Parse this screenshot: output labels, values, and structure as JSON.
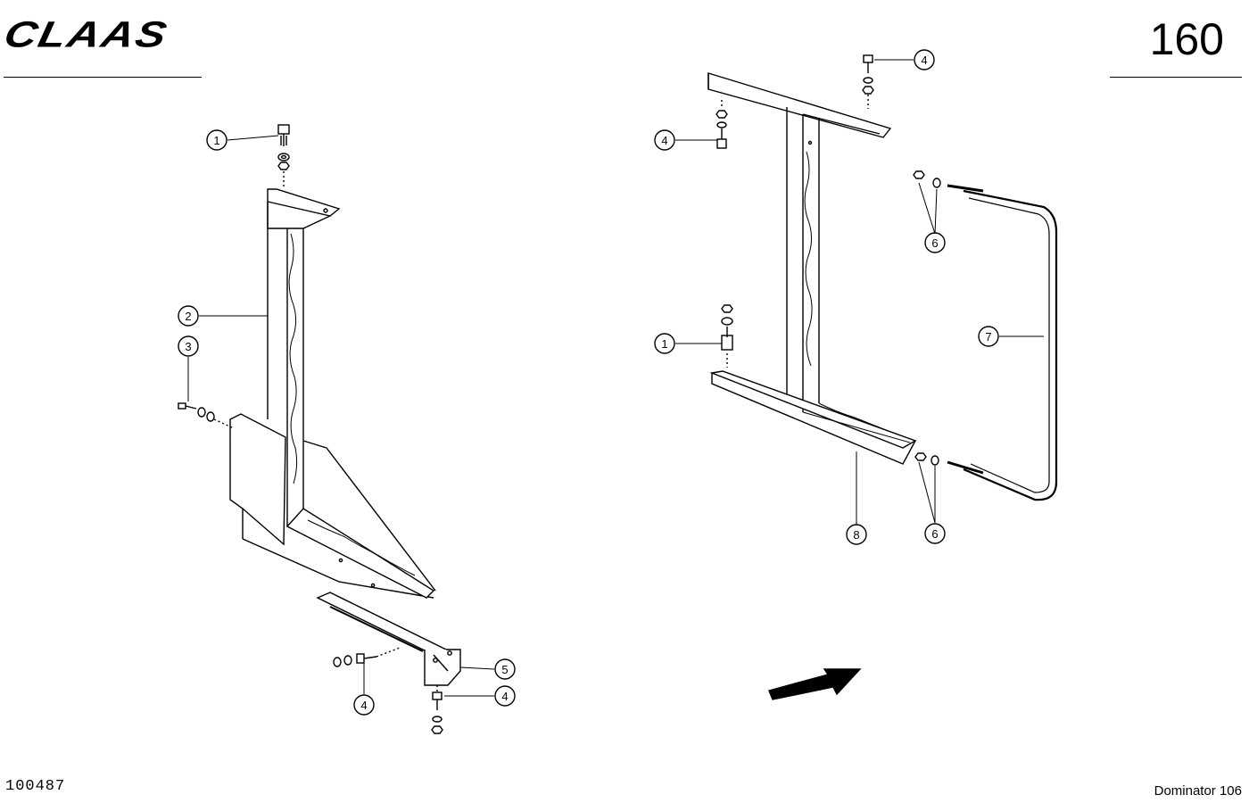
{
  "header": {
    "brand": "CLAAS",
    "page_number": "160"
  },
  "footer": {
    "document_number": "100487",
    "model": "Dominator 106"
  },
  "callouts": {
    "left": {
      "c1": "1",
      "c2": "2",
      "c3": "3",
      "c4a": "4",
      "c4b": "4",
      "c5": "5"
    },
    "right": {
      "c4a": "4",
      "c4b": "4",
      "c1": "1",
      "c6a": "6",
      "c6b": "6",
      "c7": "7",
      "c8": "8"
    }
  }
}
